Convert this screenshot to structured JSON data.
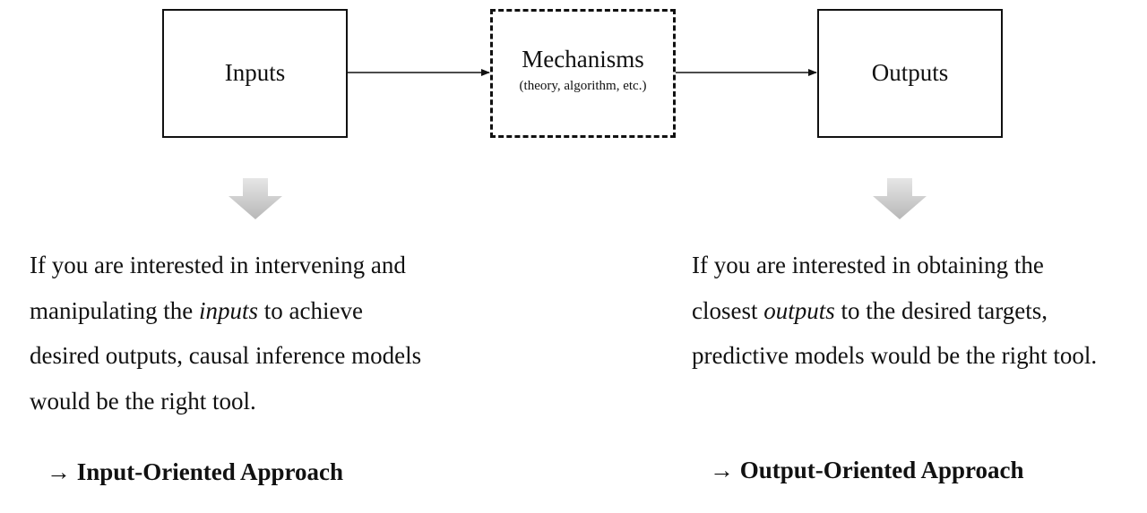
{
  "diagram": {
    "nodes": {
      "inputs": {
        "label": "Inputs"
      },
      "mechanisms": {
        "label": "Mechanisms",
        "sublabel": "(theory, algorithm, etc.)"
      },
      "outputs": {
        "label": "Outputs"
      }
    },
    "edges": [
      {
        "from": "inputs",
        "to": "mechanisms"
      },
      {
        "from": "mechanisms",
        "to": "outputs"
      }
    ]
  },
  "left_column": {
    "lines": [
      {
        "text": "If you are interested in intervening and"
      },
      {
        "before": "manipulating the ",
        "emph": "inputs",
        "after": " to achieve"
      },
      {
        "text": "desired outputs, causal inference models"
      },
      {
        "text": "would be the right tool."
      }
    ],
    "approach": "→ Input-Oriented Approach"
  },
  "right_column": {
    "lines": [
      {
        "text": "If you are interested in obtaining the"
      },
      {
        "before": "closest ",
        "emph": "outputs",
        "after": " to the desired targets,"
      },
      {
        "text": "predictive models would be the right tool."
      }
    ],
    "approach": "→ Output-Oriented Approach"
  },
  "colors": {
    "stroke": "#111111",
    "arrow_top": "#d9d9d9",
    "arrow_bottom": "#bcbcbc"
  },
  "icons": {
    "down_arrow": "down-arrow-icon"
  }
}
